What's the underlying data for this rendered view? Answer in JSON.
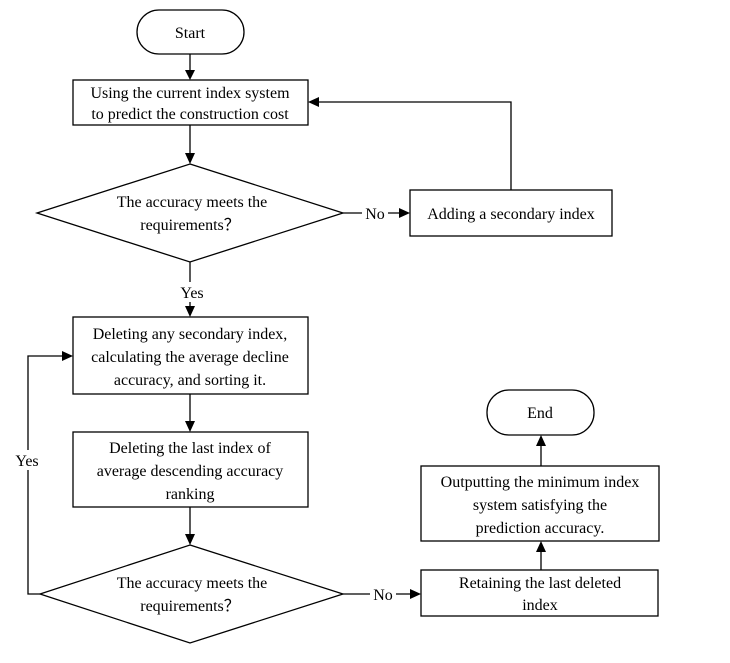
{
  "diagram": {
    "nodes": {
      "start": {
        "lines": [
          "Start"
        ]
      },
      "predict": {
        "lines": [
          "Using the current index system",
          "to predict the construction cost"
        ]
      },
      "decision1": {
        "lines": [
          "The accuracy meets the",
          "requirements？"
        ]
      },
      "add": {
        "lines": [
          "Adding a secondary index"
        ]
      },
      "delete_any": {
        "lines": [
          "Deleting any secondary index,",
          "calculating the average decline",
          "accuracy, and sorting it."
        ]
      },
      "delete_last": {
        "lines": [
          "Deleting the last index of",
          "average descending accuracy",
          "ranking"
        ]
      },
      "decision2": {
        "lines": [
          "The accuracy meets the",
          "requirements？"
        ]
      },
      "retain": {
        "lines": [
          "Retaining the last deleted",
          "index"
        ]
      },
      "output": {
        "lines": [
          "Outputting the minimum index",
          "system satisfying the",
          "prediction accuracy."
        ]
      },
      "end": {
        "lines": [
          "End"
        ]
      }
    },
    "edge_labels": {
      "no1": "No",
      "yes1": "Yes",
      "yes2": "Yes",
      "no2": "No"
    }
  }
}
